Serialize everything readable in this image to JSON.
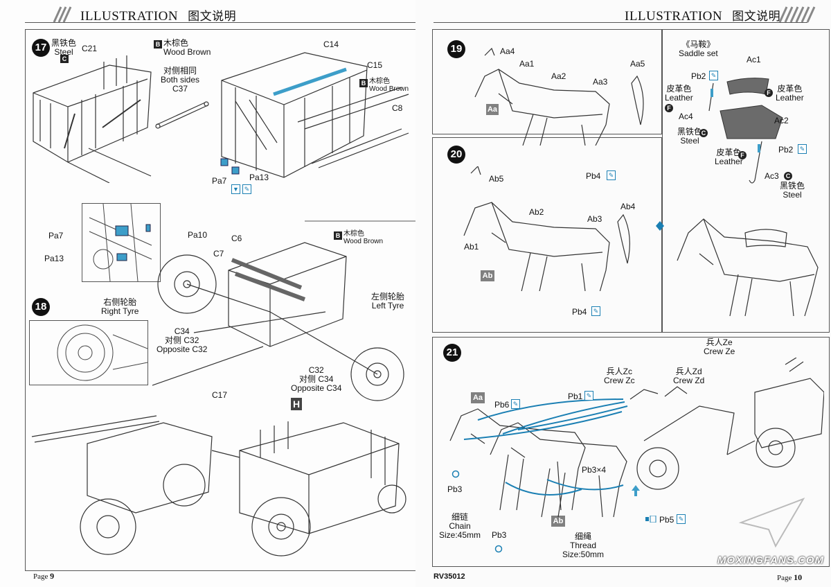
{
  "header": {
    "title_en": "ILLUSTRATION",
    "title_cn": "图文说明"
  },
  "left": {
    "step17": {
      "number": "17",
      "steel_cn": "黑铁色",
      "steel_en": "Steel",
      "steel_code": "C",
      "wood1_cn": "木棕色",
      "wood1_en": "Wood Brown",
      "wood1_code": "B",
      "wood2_cn": "木棕色",
      "wood2_en": "Wood Brown",
      "wood2_code": "B",
      "both_cn": "对侧相同",
      "both_en": "Both sides",
      "c21": "C21",
      "c37": "C37",
      "c14": "C14",
      "c15": "C15",
      "c8": "C8",
      "pa7": "Pa7",
      "pa13": "Pa13",
      "pa7b": "Pa7",
      "pa13b": "Pa13",
      "pa10": "Pa10"
    },
    "step18": {
      "number": "18",
      "right_tyre_cn": "右侧轮胎",
      "right_tyre_en": "Right Tyre",
      "left_tyre_cn": "左侧轮胎",
      "left_tyre_en": "Left Tyre",
      "c34": "C34",
      "opp_c32_cn": "对侧 C32",
      "opp_c32_en": "Opposite C32",
      "c32": "C32",
      "opp_c34_cn": "对侧 C34",
      "opp_c34_en": "Opposite C34",
      "c6": "C6",
      "c7": "C7",
      "c17": "C17",
      "wood_cn": "木棕色",
      "wood_en": "Wood Brown",
      "wood_code": "B",
      "h_marker": "H"
    },
    "footer": {
      "page_label": "Page",
      "page_num": "9"
    }
  },
  "right": {
    "step19": {
      "number": "19",
      "tag": "Aa",
      "aa4": "Aa4",
      "aa1": "Aa1",
      "aa2": "Aa2",
      "aa3": "Aa3",
      "aa5": "Aa5",
      "pb4": "Pb4"
    },
    "step20": {
      "number": "20",
      "tag": "Ab",
      "ab5": "Ab5",
      "ab1": "Ab1",
      "ab2": "Ab2",
      "ab3": "Ab3",
      "ab4": "Ab4",
      "pb4": "Pb4"
    },
    "saddle": {
      "title": "《马鞍》",
      "subtitle": "Saddle set",
      "ac1": "Ac1",
      "ac2": "Ac2",
      "ac3": "Ac3",
      "ac4": "Ac4",
      "pb2a": "Pb2",
      "pb2b": "Pb2",
      "leather1_cn": "皮革色",
      "leather1_en": "Leather",
      "leather2_cn": "皮革色",
      "leather2_en": "Leather",
      "leather3_cn": "皮革色",
      "leather3_en": "Leather",
      "steel1_cn": "黑铁色",
      "steel1_en": "Steel",
      "steel2_cn": "黑铁色",
      "steel2_en": "Steel",
      "code_f": "F",
      "code_c": "C"
    },
    "step21": {
      "number": "21",
      "tag_aa": "Aa",
      "tag_ab": "Ab",
      "pb6": "Pb6",
      "pb1": "Pb1",
      "pb3x4": "Pb3×4",
      "pb3a": "Pb3",
      "pb3b": "Pb3",
      "pb5": "Pb5",
      "crew_zc_cn": "兵人Zc",
      "crew_zc_en": "Crew Zc",
      "crew_zd_cn": "兵人Zd",
      "crew_zd_en": "Crew Zd",
      "crew_ze_cn": "兵人Ze",
      "crew_ze_en": "Crew Ze",
      "chain_cn": "细链",
      "chain_en": "Chain",
      "chain_size": "Size:45mm",
      "thread_cn": "细绳",
      "thread_en": "Thread",
      "thread_size": "Size:50mm"
    },
    "footer": {
      "code": "RV35012",
      "page_label": "Page",
      "page_num": "10"
    },
    "watermark": "MOXINGFANS.COM"
  },
  "colors": {
    "glue": "#1a7fb3",
    "accent_part": "#3d9ec9",
    "line": "#333333"
  }
}
